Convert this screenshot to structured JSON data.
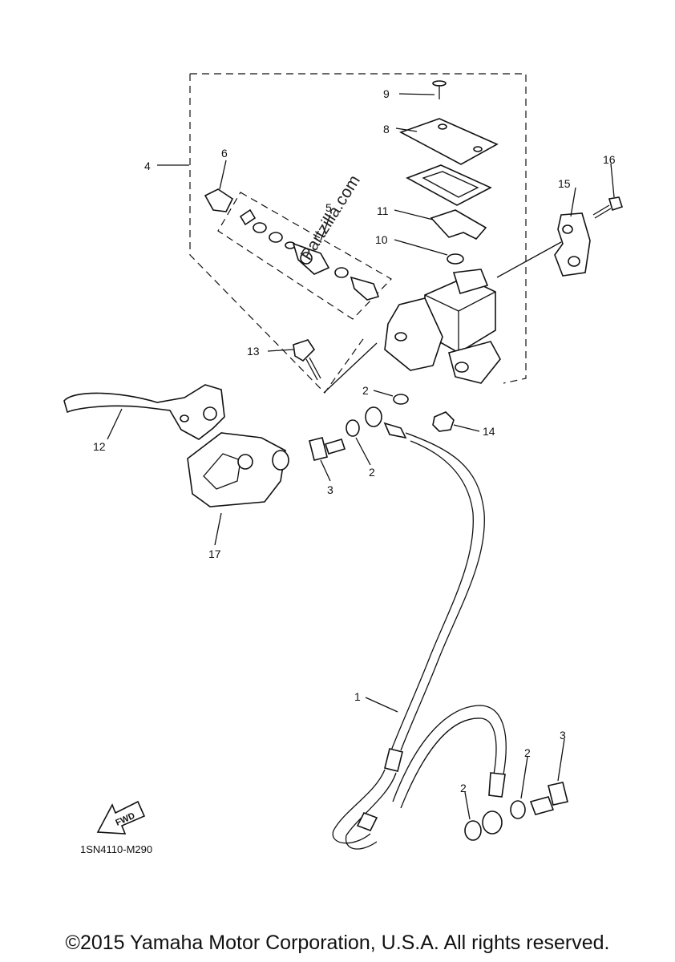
{
  "diagram": {
    "callouts": [
      "1",
      "2",
      "2",
      "2",
      "2",
      "3",
      "3",
      "4",
      "5",
      "6",
      "8",
      "9",
      "10",
      "11",
      "12",
      "13",
      "14",
      "15",
      "16",
      "17"
    ],
    "diagram_code": "1SN4110-M290",
    "fwd_label": "FWD",
    "watermark": "Partzilla.com",
    "copyright": "©2015 Yamaha Motor Corporation, U.S.A. All rights reserved."
  }
}
